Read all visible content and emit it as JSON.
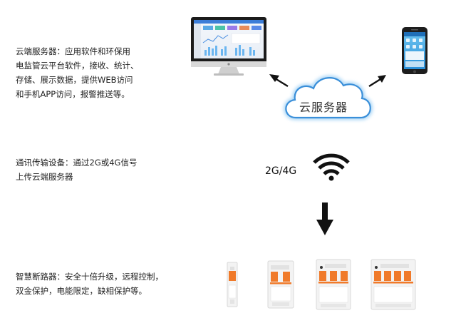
{
  "descriptions": {
    "cloud_server": [
      "云端服务器：应用软件和环保用",
      "电监管云平台软件，接收、统计、",
      "存储、展示数据，提供WEB访问",
      "和手机APP访问，报警推送等。"
    ],
    "communication": [
      "通讯传输设备：通过2G或4G信号",
      "上传云端服务器"
    ],
    "breaker": [
      "智慧断路器：安全十倍升级，远程控制，",
      "双金保护，电能限定，缺相保护等。"
    ]
  },
  "nodes": {
    "cloud_label": "云服务器",
    "network_label": "2G/4G"
  },
  "colors": {
    "cloud_outline": "#3a8fd9",
    "breaker_accent": "#f07a2a",
    "arrow": "#111111"
  },
  "icons": [
    "monitor-icon",
    "smartphone-icon",
    "cloud-icon",
    "wifi-icon",
    "down-arrow-icon",
    "breaker-icon"
  ]
}
